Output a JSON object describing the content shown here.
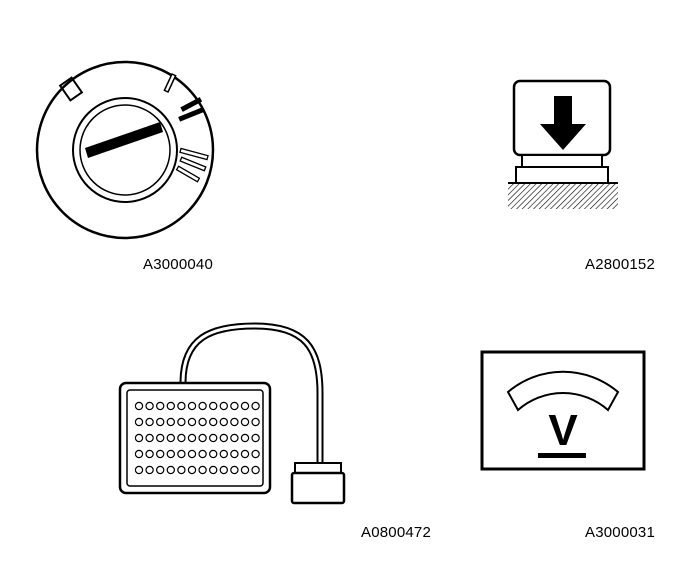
{
  "figures": [
    {
      "id": "ignition-switch",
      "icon": "ignition-key-switch-icon",
      "code": "A3000040"
    },
    {
      "id": "press-down",
      "icon": "press-down-arrow-icon",
      "code": "A2800152"
    },
    {
      "id": "connector-box",
      "icon": "test-box-with-cable-icon",
      "code": "A0800472"
    },
    {
      "id": "voltmeter",
      "icon": "voltmeter-icon",
      "code": "A3000031"
    }
  ],
  "voltmeter_symbol": "V"
}
